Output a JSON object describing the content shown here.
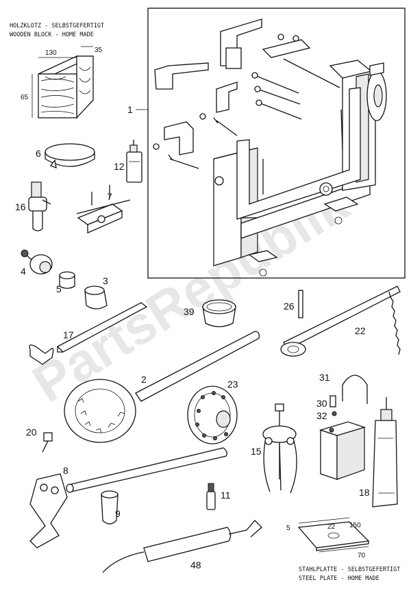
{
  "captions": {
    "wooden_block_de": "HOLZKLOTZ - SELBSTGEFERTIGT",
    "wooden_block_en": "WOODEN BLOCK - HOME MADE",
    "steel_plate_de": "STAHLPLATTE - SELBSTGEFERTIGT",
    "steel_plate_en": "STEEL PLATE - HOME MADE"
  },
  "dimensions": {
    "block_length": "130",
    "block_width": "35",
    "block_height": "65",
    "plate_thickness": "5",
    "plate_length": "150",
    "plate_width": "70",
    "plate_hole": "22"
  },
  "callouts": {
    "c1": "1",
    "c2": "2",
    "c3": "3",
    "c4": "4",
    "c5": "5",
    "c6": "6",
    "c7": "7",
    "c8": "8",
    "c9": "9",
    "c11": "11",
    "c12": "12",
    "c15": "15",
    "c16": "16",
    "c17": "17",
    "c18": "18",
    "c20": "20",
    "c22": "22",
    "c23": "23",
    "c26": "26",
    "c30": "30",
    "c31": "31",
    "c32": "32",
    "c39": "39",
    "c48": "48"
  },
  "watermark": "PartsRepublik"
}
